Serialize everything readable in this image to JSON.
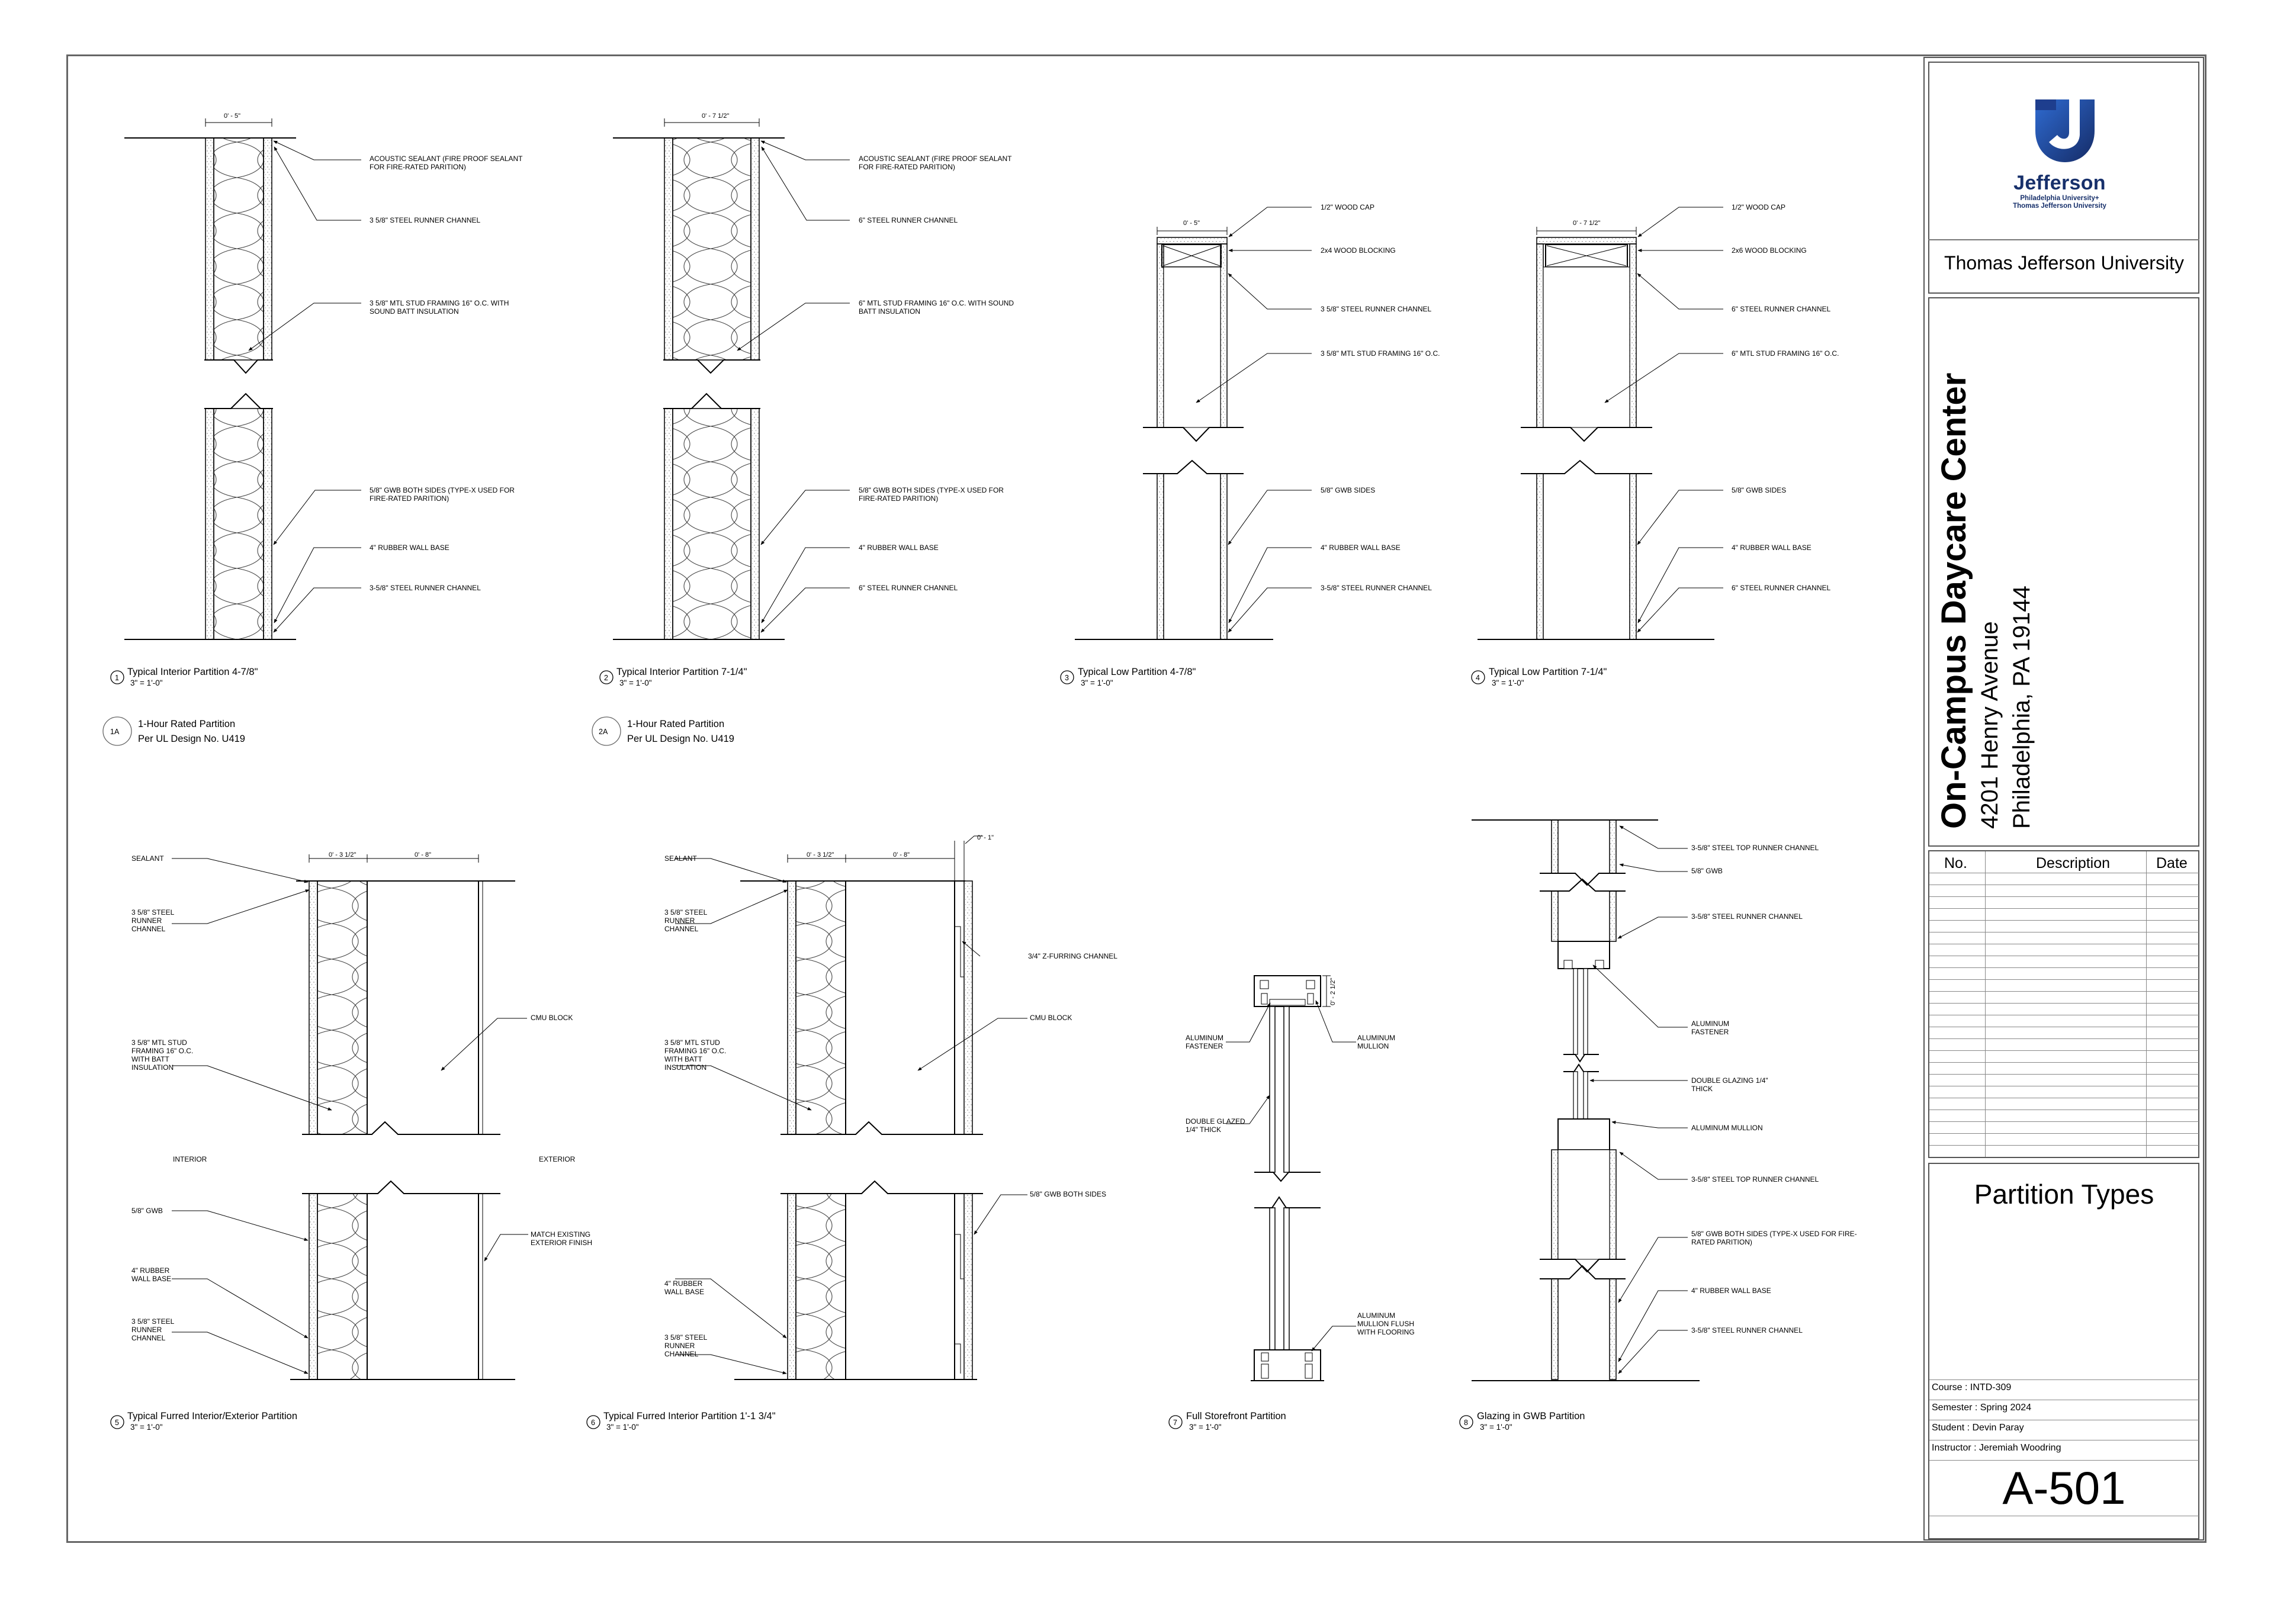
{
  "titleblock": {
    "logo_icon": "jefferson-j-shield-icon",
    "brand": "Jefferson",
    "brand_sub1": "Philadelphia University+",
    "brand_sub2": "Thomas Jefferson University",
    "university": "Thomas Jefferson University",
    "project_name": "On-Campus Daycare Center",
    "address_1": "4201 Henry Avenue",
    "address_2": "Philadelphia, PA 19144",
    "rev_headers": [
      "No.",
      "Description",
      "Date"
    ],
    "sheet_title": "Partition Types",
    "course": "Course : INTD-309",
    "semester": "Semester : Spring 2024",
    "student": "Student : Devin Paray",
    "instructor": "Instructor : Jeremiah Woodring",
    "sheet_number": "A-501"
  },
  "details": {
    "d1": {
      "num": "1",
      "title": "Typical Interior Partition 4-7/8\"",
      "scale": "3\" = 1'-0\"",
      "dim": "0' - 5\"",
      "notes": [
        "ACOUSTIC SEALANT (FIRE PROOF SEALANT",
        "FOR FIRE-RATED PARITION)",
        "3 5/8\" STEEL RUNNER CHANNEL",
        "3 5/8\" MTL STUD FRAMING 16\" O.C. WITH",
        "SOUND BATT INSULATION",
        "5/8\" GWB BOTH SIDES (TYPE-X USED FOR",
        "FIRE-RATED PARITION)",
        "4\" RUBBER WALL BASE",
        "3-5/8\" STEEL RUNNER CHANNEL"
      ]
    },
    "d1a": {
      "num": "1A",
      "line1": "1-Hour Rated Partition",
      "line2": "Per UL Design No. U419"
    },
    "d2": {
      "num": "2",
      "title": "Typical Interior Partition 7-1/4\"",
      "scale": "3\" = 1'-0\"",
      "dim": "0' - 7 1/2\"",
      "notes": [
        "ACOUSTIC SEALANT (FIRE PROOF SEALANT",
        "FOR FIRE-RATED PARITION)",
        "6\" STEEL RUNNER CHANNEL",
        "6\" MTL STUD FRAMING 16\" O.C. WITH SOUND",
        "BATT INSULATION",
        "5/8\" GWB BOTH SIDES (TYPE-X USED FOR",
        "FIRE-RATED PARITION)",
        "4\" RUBBER WALL BASE",
        "6\" STEEL RUNNER CHANNEL"
      ]
    },
    "d2a": {
      "num": "2A",
      "line1": "1-Hour Rated Partition",
      "line2": "Per UL Design No. U419"
    },
    "d3": {
      "num": "3",
      "title": "Typical Low Partition 4-7/8\"",
      "scale": "3\" = 1'-0\"",
      "dim": "0' - 5\"",
      "notes": [
        "1/2\" WOOD CAP",
        "2x4 WOOD BLOCKING",
        "3 5/8\" STEEL RUNNER CHANNEL",
        "3 5/8\" MTL STUD FRAMING 16\" O.C.",
        "5/8\" GWB SIDES",
        "4\" RUBBER WALL BASE",
        "3-5/8\" STEEL RUNNER CHANNEL"
      ]
    },
    "d4": {
      "num": "4",
      "title": "Typical Low Partition 7-1/4\"",
      "scale": "3\" = 1'-0\"",
      "dim": "0' - 7 1/2\"",
      "notes": [
        "1/2\" WOOD CAP",
        "2x6 WOOD BLOCKING",
        "6\" STEEL RUNNER CHANNEL",
        "6\" MTL STUD FRAMING 16\" O.C.",
        "5/8\" GWB SIDES",
        "4\" RUBBER WALL BASE",
        "6\" STEEL RUNNER CHANNEL"
      ]
    },
    "d5": {
      "num": "5",
      "title": "Typical Furred Interior/Exterior Partition",
      "scale": "3\" = 1'-0\"",
      "dim1": "0' - 3 1/2\"",
      "dim2": "0' - 8\"",
      "notes": [
        "SEALANT",
        "3 5/8\" STEEL",
        "RUNNER",
        "CHANNEL",
        "3 5/8\" MTL STUD",
        "FRAMING 16\" O.C.",
        "WITH BATT",
        "INSULATION",
        "CMU BLOCK",
        "INTERIOR",
        "EXTERIOR",
        "5/8\" GWB",
        "MATCH EXISTING",
        "EXTERIOR FINISH",
        "4\" RUBBER",
        "WALL BASE",
        "3 5/8\" STEEL",
        "RUNNER",
        "CHANNEL"
      ]
    },
    "d6": {
      "num": "6",
      "title": "Typical Furred Interior Partition 1'-1 3/4\"",
      "scale": "3\" = 1'-0\"",
      "dim1": "0' - 3 1/2\"",
      "dim2": "0' - 8\"",
      "dim3": "0' - 1\"",
      "notes": [
        "SEALANT",
        "3 5/8\" STEEL",
        "RUNNER",
        "CHANNEL",
        "3/4\" Z-FURRING CHANNEL",
        "3 5/8\" MTL STUD",
        "FRAMING 16\" O.C.",
        "WITH BATT",
        "INSULATION",
        "CMU BLOCK",
        "5/8\" GWB BOTH SIDES",
        "4\" RUBBER",
        "WALL BASE",
        "3 5/8\" STEEL",
        "RUNNER",
        "CHANNEL"
      ]
    },
    "d7": {
      "num": "7",
      "title": "Full Storefront Partition",
      "scale": "3\" = 1'-0\"",
      "dim": "0' - 2 1/2\"",
      "notes": [
        "ALUMINUM",
        "FASTENER",
        "ALUMINUM",
        "MULLION",
        "DOUBLE GLAZED",
        "1/4\" THICK",
        "ALUMINUM",
        "MULLION FLUSH",
        "WITH FLOORING"
      ]
    },
    "d8": {
      "num": "8",
      "title": "Glazing in GWB Partition",
      "scale": "3\" = 1'-0\"",
      "notes": [
        "3-5/8\" STEEL TOP RUNNER CHANNEL",
        "5/8\" GWB",
        "3-5/8\" STEEL RUNNER CHANNEL",
        "ALUMINUM",
        "FASTENER",
        "DOUBLE GLAZING 1/4\"",
        "THICK",
        "ALUMINUM MULLION",
        "3-5/8\" STEEL TOP RUNNER CHANNEL",
        "5/8\" GWB BOTH SIDES (TYPE-X USED FOR FIRE-",
        "RATED PARITION)",
        "4\" RUBBER WALL BASE",
        "3-5/8\" STEEL RUNNER CHANNEL"
      ]
    }
  }
}
